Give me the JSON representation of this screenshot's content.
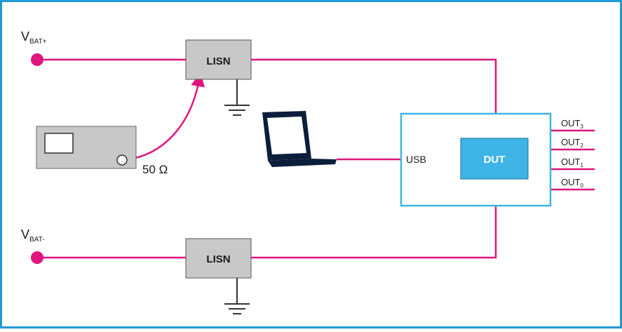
{
  "supply": {
    "positive": {
      "base": "V",
      "sub": "BAT+"
    },
    "negative": {
      "base": "V",
      "sub": "BAT-"
    }
  },
  "lisn_top": {
    "label": "LISN"
  },
  "lisn_bottom": {
    "label": "LISN"
  },
  "generator": {
    "impedance": "50 Ω"
  },
  "dut_board": {
    "usb_label": "USB",
    "dut_label": "DUT",
    "outputs": [
      {
        "base": "OUT",
        "sub": "3"
      },
      {
        "base": "OUT",
        "sub": "2"
      },
      {
        "base": "OUT",
        "sub": "1"
      },
      {
        "base": "OUT",
        "sub": "0"
      }
    ]
  },
  "colors": {
    "frame": "#1f9ad6",
    "wire": "#e0157d",
    "lisn_fill": "#c8c8c8",
    "dut_fill": "#3db4e5",
    "laptop": "#0b1e3b",
    "ground": "#333333"
  }
}
